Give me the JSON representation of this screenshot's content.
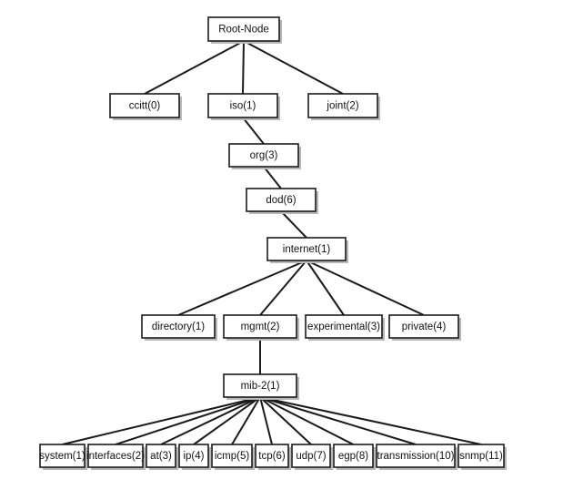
{
  "tree": {
    "root": {
      "label": "Root-Node"
    },
    "level1": [
      {
        "label": "ccitt(0)"
      },
      {
        "label": "iso(1)"
      },
      {
        "label": "joint(2)"
      }
    ],
    "chain": [
      {
        "label": "org(3)"
      },
      {
        "label": "dod(6)"
      },
      {
        "label": "internet(1)"
      }
    ],
    "internet_children": [
      {
        "label": "directory(1)"
      },
      {
        "label": "mgmt(2)"
      },
      {
        "label": "experimental(3)"
      },
      {
        "label": "private(4)"
      }
    ],
    "mib": {
      "label": "mib-2(1)"
    },
    "mib_children": [
      {
        "label": "system(1)"
      },
      {
        "label": "interfaces(2)"
      },
      {
        "label": "at(3)"
      },
      {
        "label": "ip(4)"
      },
      {
        "label": "icmp(5)"
      },
      {
        "label": "tcp(6)"
      },
      {
        "label": "udp(7)"
      },
      {
        "label": "egp(8)"
      },
      {
        "label": "transmission(10)"
      },
      {
        "label": "snmp(11)"
      }
    ]
  }
}
